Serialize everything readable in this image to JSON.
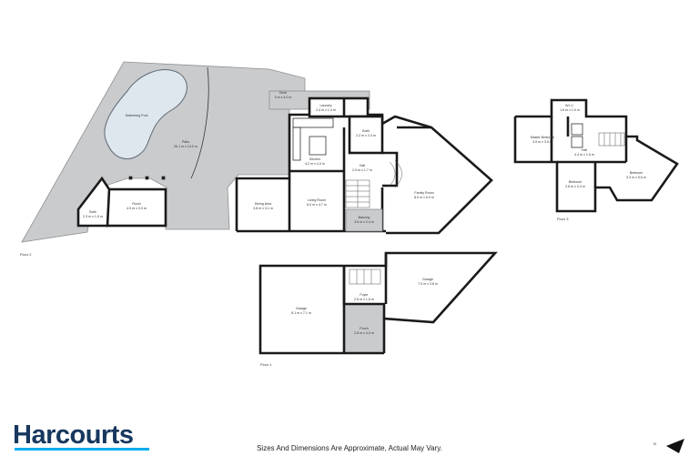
{
  "rooms": {
    "swimming_pool": "Swimming Pool",
    "patio": {
      "name": "Patio",
      "dims": "26.1 m x 14.0 m"
    },
    "deck": {
      "name": "Deck",
      "dims": "9 m x 4.0 m"
    },
    "laundry": {
      "name": "Laundry",
      "dims": "2.4 m x 1.4 m"
    },
    "bath": {
      "name": "Bath",
      "dims": "2.2 m x 2.4 m"
    },
    "kitchen": {
      "name": "Kitchen",
      "dims": "4.2 m x 4.3 m"
    },
    "hall": {
      "name": "Hall",
      "dims": "2.9 m x 1.7 m"
    },
    "family_room": {
      "name": "Family Room",
      "dims": "8.0 m x 5.9 m"
    },
    "dining_area": {
      "name": "Dining Area",
      "dims": "3.8 m x 3.1 m"
    },
    "living_room": {
      "name": "Living Room",
      "dims": "6.0 m x 4.7 m"
    },
    "balcony": {
      "name": "Balcony",
      "dims": "3.6 m x 2.4 m"
    },
    "room": {
      "name": "Room",
      "dims": "4.9 m x 3.3 m"
    },
    "bath_small": {
      "name": "Bath",
      "dims": "2.3 m x 1.5 m"
    },
    "master_bedroom": {
      "name": "Master Bedroom",
      "dims": "3.5 m x 3.5 m"
    },
    "wic": {
      "name": "W.I.C.",
      "dims": "1.6 m x 1.0 m"
    },
    "upper_hall": {
      "name": "Hall",
      "dims": "4.4 m x 1.5 m"
    },
    "bedroom_1": {
      "name": "Bedroom",
      "dims": "2.8 m x 3.4 m"
    },
    "bedroom_2": {
      "name": "Bedroom",
      "dims": "3.3 m x 5.6 m"
    },
    "garage_left": {
      "name": "Garage",
      "dims": "8.1 m x 7.1 m"
    },
    "garage_right": {
      "name": "Garage",
      "dims": "7.0 m x 3.8 m"
    },
    "foyer": {
      "name": "Foyer",
      "dims": "2.8 m x 1.8 m"
    },
    "porch": {
      "name": "Porch",
      "dims": "2.8 m x 4.0 m"
    }
  },
  "floors": {
    "floor_2": "Floor 2",
    "floor_3": "Floor 3",
    "floor_1": "Floor 1"
  },
  "brand": {
    "name": "Harcourts",
    "color": "#17375e",
    "accent": "#00adef"
  },
  "footer": {
    "disclaimer": "Sizes And Dimensions Are Approximate, Actual May Vary."
  },
  "compass": {
    "label": "N",
    "icon": "north-arrow-icon"
  }
}
